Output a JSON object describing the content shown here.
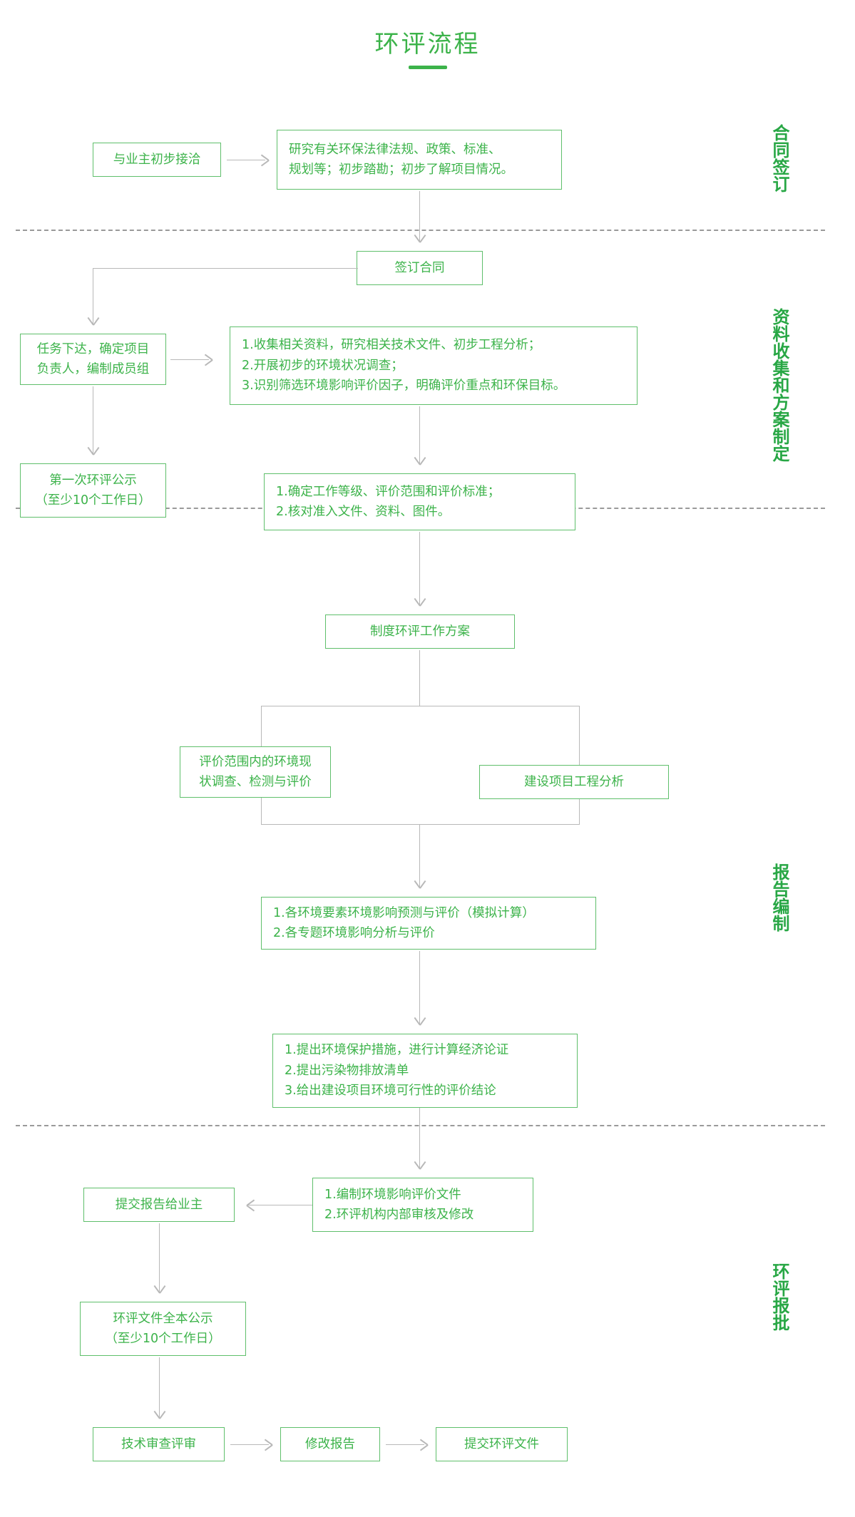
{
  "title": "环评流程",
  "colors": {
    "accent_green": "#3cb34a",
    "box_border": "#5fbf6b",
    "connector_gray": "#b8b8b8",
    "divider_gray": "#9a9a9a",
    "section_label": "#28a745",
    "background": "#ffffff"
  },
  "sections": [
    {
      "id": "contract",
      "label": "合同签订"
    },
    {
      "id": "collection",
      "label": "资料收集和方案制定"
    },
    {
      "id": "reporting",
      "label": "报告编制"
    },
    {
      "id": "approval",
      "label": "环评报批"
    }
  ],
  "nodes": {
    "initial_contact": "与业主初步接洽",
    "research_regulations": "研究有关环保法律法规、政策、标准、\n规划等；初步踏勘；初步了解项目情况。",
    "sign_contract": "签订合同",
    "task_assignment": "任务下达，确定项目\n负责人，编制成员组",
    "collect_materials": "1.收集相关资料，研究相关技术文件、初步工程分析；\n2.开展初步的环境状况调查；\n3.识别筛选环境影响评价因子，明确评价重点和环保目标。",
    "first_public_notice": "第一次环评公示\n（至少10个工作日）",
    "determine_level": "1.确定工作等级、评价范围和评价标准；\n2.核对准入文件、资料、图件。",
    "work_plan": "制度环评工作方案",
    "baseline_survey": "评价范围内的环境现\n状调查、检测与评价",
    "project_analysis": "建设项目工程分析",
    "impact_prediction": "1.各环境要素环境影响预测与评价（模拟计算）\n2.各专题环境影响分析与评价",
    "protection_measures": "1.提出环境保护措施，进行计算经济论证\n2.提出污染物排放清单\n3.给出建设项目环境可行性的评价结论",
    "compile_documents": "1.编制环境影响评价文件\n2.环评机构内部审核及修改",
    "submit_to_owner": "提交报告给业主",
    "full_public_notice": "环评文件全本公示\n（至少10个工作日）",
    "technical_review": "技术审查评审",
    "revise_report": "修改报告",
    "submit_eia_documents": "提交环评文件"
  }
}
